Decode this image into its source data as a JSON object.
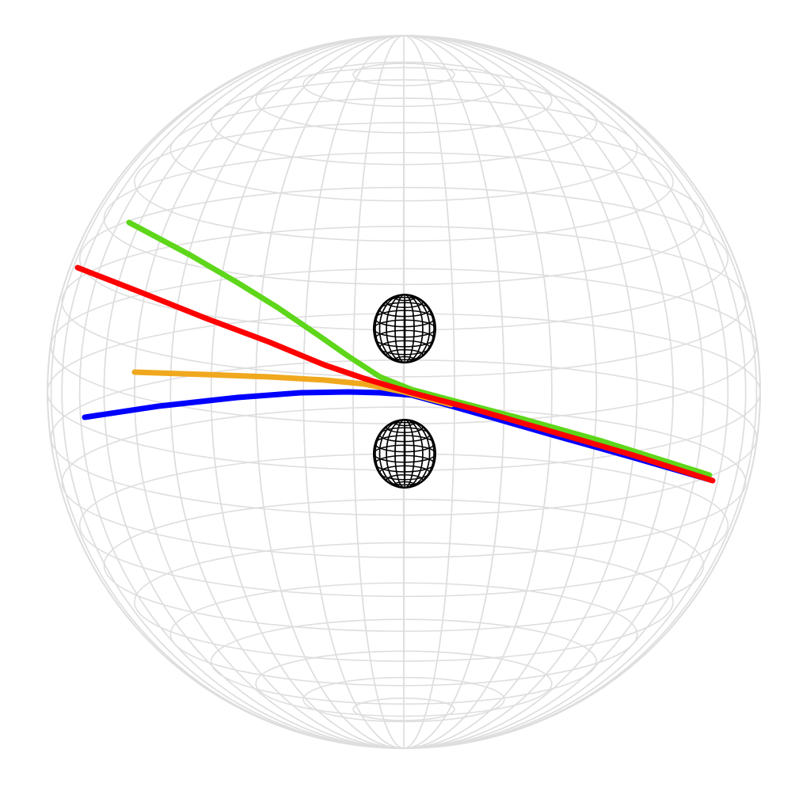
{
  "scene": {
    "background": "#ffffff",
    "outer_sphere": {
      "wire_color": "#dedede"
    },
    "bodies": [
      {
        "name": "upper-sphere",
        "wire_color": "#000000",
        "fill": "#ffffff"
      },
      {
        "name": "lower-sphere",
        "wire_color": "#000000",
        "fill": "#ffffff"
      }
    ],
    "trajectories": [
      {
        "name": "blue",
        "color": "#0000ff"
      },
      {
        "name": "orange",
        "color": "#f0a81e"
      },
      {
        "name": "green",
        "color": "#5ed61a"
      },
      {
        "name": "red",
        "color": "#ff0000"
      }
    ]
  }
}
